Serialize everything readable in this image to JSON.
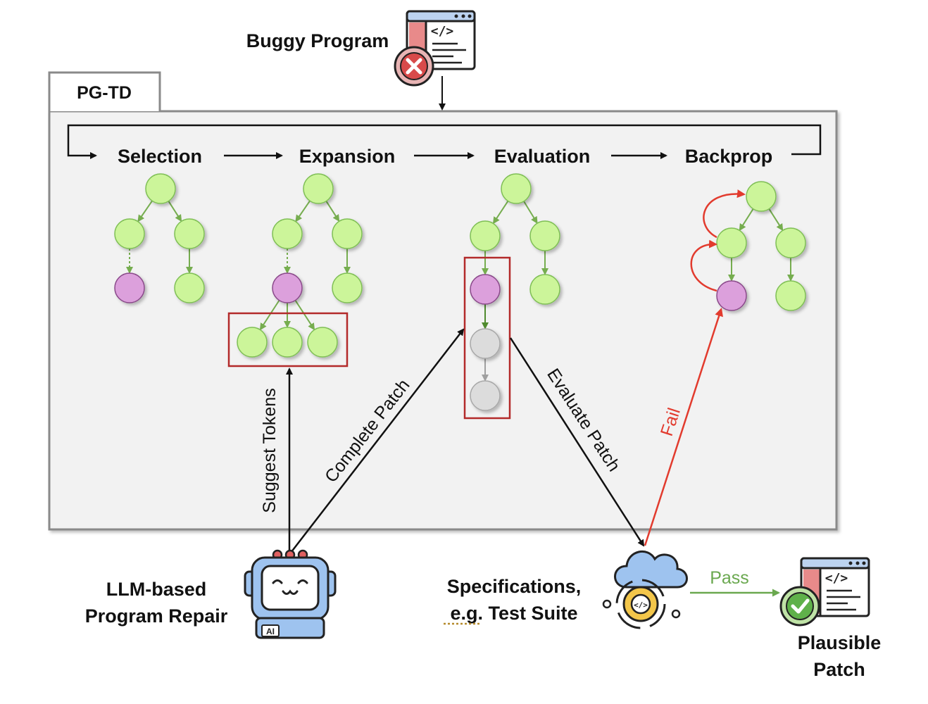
{
  "labels": {
    "buggy_program": "Buggy Program",
    "frame_title": "PG-TD",
    "stage_selection": "Selection",
    "stage_expansion": "Expansion",
    "stage_evaluation": "Evaluation",
    "stage_backprop": "Backprop",
    "suggest_tokens": "Suggest Tokens",
    "complete_patch": "Complete Patch",
    "evaluate_patch": "Evaluate Patch",
    "fail": "Fail",
    "pass": "Pass",
    "llm_line1": "LLM-based",
    "llm_line2": "Program Repair",
    "spec_line1": "Specifications,",
    "spec_line2_abbrev": "e.g.",
    "spec_line2_rest": " Test Suite",
    "plausible_line1": "Plausible",
    "plausible_line2": "Patch",
    "code_icon_glyph": "</>",
    "robot_badge": "AI"
  },
  "icons": {
    "buggy": "code-window-error-icon",
    "robot": "robot-icon",
    "cloud_gear": "cloud-gear-icon",
    "plausible": "code-window-check-icon"
  },
  "colors": {
    "node_green": "#ccf59a",
    "node_green_stroke": "#7fbf55",
    "node_purple": "#dca0dc",
    "node_purple_stroke": "#8a4a8a",
    "node_gray": "#dcdcdc",
    "node_gray_stroke": "#a8a8a8",
    "edge_green": "#76ad4f",
    "highlight_box": "#b32a2a",
    "fail_red": "#e23b2e",
    "pass_green": "#6aa84f",
    "frame_bg": "#f2f2f2",
    "frame_stroke": "#8a8a8a"
  }
}
